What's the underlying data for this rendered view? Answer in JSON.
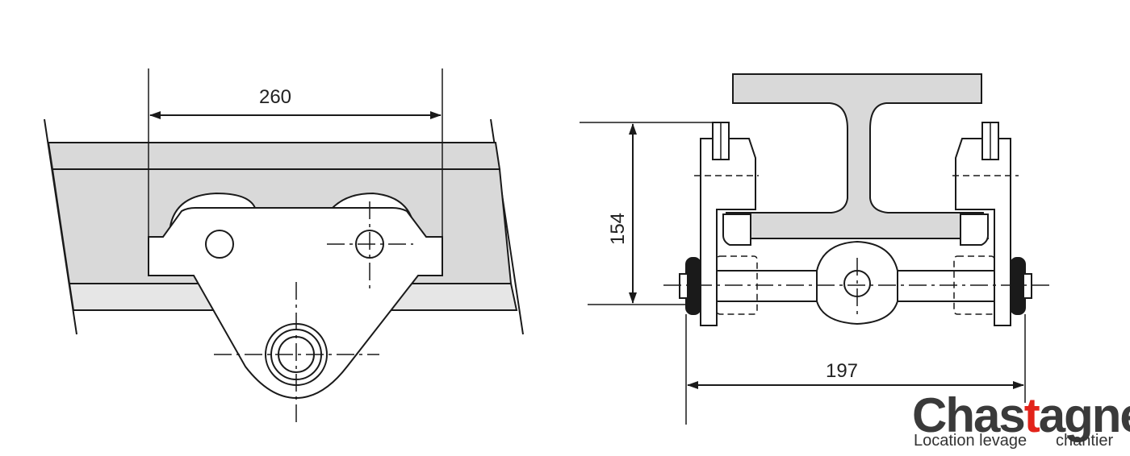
{
  "dimensions": {
    "side_width": "260",
    "front_height": "154",
    "front_width": "197"
  },
  "logo": {
    "brand_part1": "Chas",
    "brand_accent": "t",
    "brand_part2": "agner",
    "tagline_left": "Location levage",
    "tagline_right": "chantier",
    "accent_color": "#e2231a",
    "text_color": "#3a3a3a"
  },
  "colors": {
    "beam_fill": "#d9d9d9",
    "line": "#1a1a1a"
  }
}
